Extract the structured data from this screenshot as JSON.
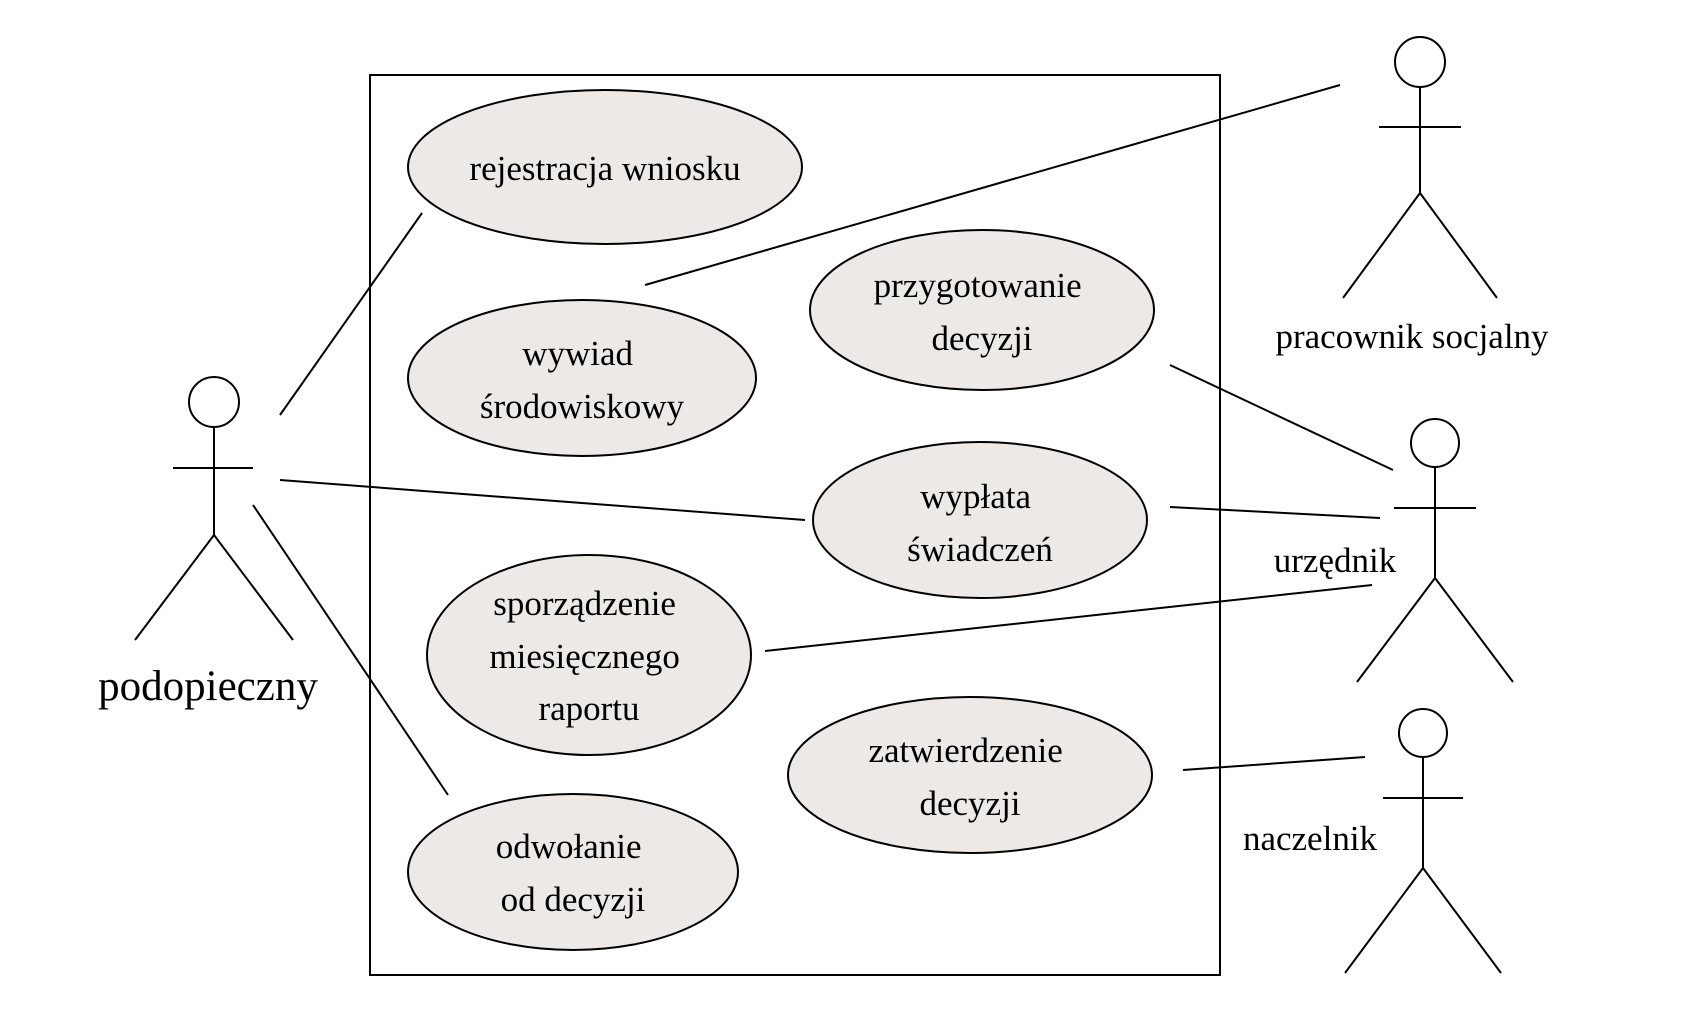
{
  "colors": {
    "use_case_fill": "#ece9e6",
    "line": "#000000",
    "background": "#ffffff"
  },
  "actors": {
    "podopieczny": {
      "label": "podopieczny"
    },
    "pracownik": {
      "label": "pracownik socjalny"
    },
    "urzednik": {
      "label": "urzędnik"
    },
    "naczelnik": {
      "label": "naczelnik"
    }
  },
  "use_cases": {
    "rejestracja": {
      "lines": [
        "rejestracja wniosku"
      ]
    },
    "wywiad": {
      "lines": [
        "wywiad",
        "środowiskowy"
      ]
    },
    "przygotowanie": {
      "lines": [
        "przygotowanie",
        "decyzji"
      ]
    },
    "wyplata": {
      "lines": [
        "wypłata",
        "świadczeń"
      ]
    },
    "sporzadzenie": {
      "lines": [
        "sporządzenie",
        "miesięcznego",
        "raportu"
      ]
    },
    "zatwierdzenie": {
      "lines": [
        "zatwierdzenie",
        "decyzji"
      ]
    },
    "odwolanie": {
      "lines": [
        "odwołanie",
        "od decyzji"
      ]
    }
  }
}
